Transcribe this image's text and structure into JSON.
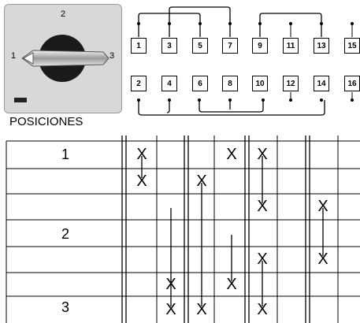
{
  "switch": {
    "positions": [
      "1",
      "2",
      "3"
    ],
    "caption": "POSICIONES"
  },
  "terminals": {
    "top": [
      "1",
      "3",
      "5",
      "7",
      "9",
      "11",
      "13",
      "15"
    ],
    "bottom": [
      "2",
      "4",
      "6",
      "8",
      "10",
      "12",
      "14",
      "16"
    ]
  },
  "table": {
    "row_labels": [
      "1",
      "",
      "",
      "2",
      "",
      "",
      "3"
    ],
    "mark_symbol": "X",
    "marks": [
      [
        0,
        0
      ],
      [
        1,
        0
      ],
      [
        1,
        2
      ],
      [
        0,
        3
      ],
      [
        0,
        4
      ],
      [
        2,
        4
      ],
      [
        5,
        1
      ],
      [
        6,
        1
      ],
      [
        6,
        2
      ],
      [
        5,
        3
      ],
      [
        4,
        4
      ],
      [
        6,
        4
      ],
      [
        2,
        6
      ],
      [
        4,
        6
      ]
    ],
    "connections": [
      [
        0,
        0,
        1
      ],
      [
        2,
        1,
        6
      ],
      [
        1,
        2,
        6
      ],
      [
        3,
        3,
        5
      ],
      [
        0,
        4,
        2
      ],
      [
        4,
        4,
        6
      ],
      [
        2,
        6,
        4
      ]
    ]
  }
}
